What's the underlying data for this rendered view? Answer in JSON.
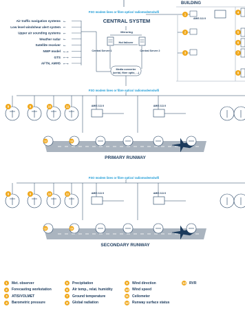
{
  "header": {
    "building_label": "BUILDING",
    "central_system_title": "CENTRAL SYSTEM",
    "fso_top": "FSO modem lines or fibre optics/ radiomodems/wifi",
    "mirroring_label": "Mirroring",
    "hot_failover_label": "Hot failover",
    "server1_label": "Central Server 1",
    "server2_label": "Central Server 2",
    "converter_label": "Media converter (serial, fibre optic, ...)",
    "amis_label": "AMIS 111 II"
  },
  "external_systems": [
    {
      "label": "Air traffic navigation systems",
      "arrow": "←"
    },
    {
      "label": "Low level windshear alert system",
      "arrow": "←"
    },
    {
      "label": "Upper air sounding systems",
      "arrow": "←"
    },
    {
      "label": "Weather radar",
      "arrow": "←"
    },
    {
      "label": "Satellite receiver",
      "arrow": "←"
    },
    {
      "label": "NWP model",
      "arrow": "←→"
    },
    {
      "label": "GTS",
      "arrow": "←→"
    },
    {
      "label": "AFTN, AMHS",
      "arrow": "←→"
    }
  ],
  "building_items": [
    "1",
    "2",
    "3"
  ],
  "building_right_items": [
    "4",
    "5",
    "6",
    "7",
    "8"
  ],
  "primary": {
    "fso": "FSO modem lines or fibre optics/ radiomodems/wifi",
    "amis_left": "AMIS 111 II",
    "amis_right": "AMIS 111 II",
    "runway_label": "PRIMARY RUNWAY",
    "sensors": [
      "8",
      "9",
      "10",
      "11"
    ],
    "runway_badges": [
      "12",
      "13"
    ]
  },
  "secondary": {
    "fso": "FSO modem lines or fibre optics/ radiomodems/wifi",
    "amis_left": "AMIS 111 II",
    "amis_right": "AMIS 111 II",
    "runway_label": "SECONDARY RUNWAY",
    "sensors": [
      "8",
      "9",
      "10",
      "11"
    ],
    "runway_badges": [
      "12",
      "13"
    ]
  },
  "legend": [
    {
      "num": "1",
      "label": "Met. observer"
    },
    {
      "num": "2",
      "label": "Forecasting workstation"
    },
    {
      "num": "3",
      "label": "ATIS/VOLMET"
    },
    {
      "num": "4",
      "label": "Barometric pressure"
    },
    {
      "num": "5",
      "label": "Precipitation"
    },
    {
      "num": "6",
      "label": "Air temp., relat. humidity"
    },
    {
      "num": "7",
      "label": "Ground temperature"
    },
    {
      "num": "8",
      "label": "Global radiation"
    },
    {
      "num": "9",
      "label": "Wind direction"
    },
    {
      "num": "10",
      "label": "Wind speed"
    },
    {
      "num": "11",
      "label": "Ceilometer"
    },
    {
      "num": "12",
      "label": "Runway surface status"
    },
    {
      "num": "13",
      "label": "RVR"
    }
  ],
  "colors": {
    "accent": "#1a9ad6",
    "dark": "#1b3a5c",
    "badge": "#f0a81c",
    "runway": "#aab4bf"
  }
}
